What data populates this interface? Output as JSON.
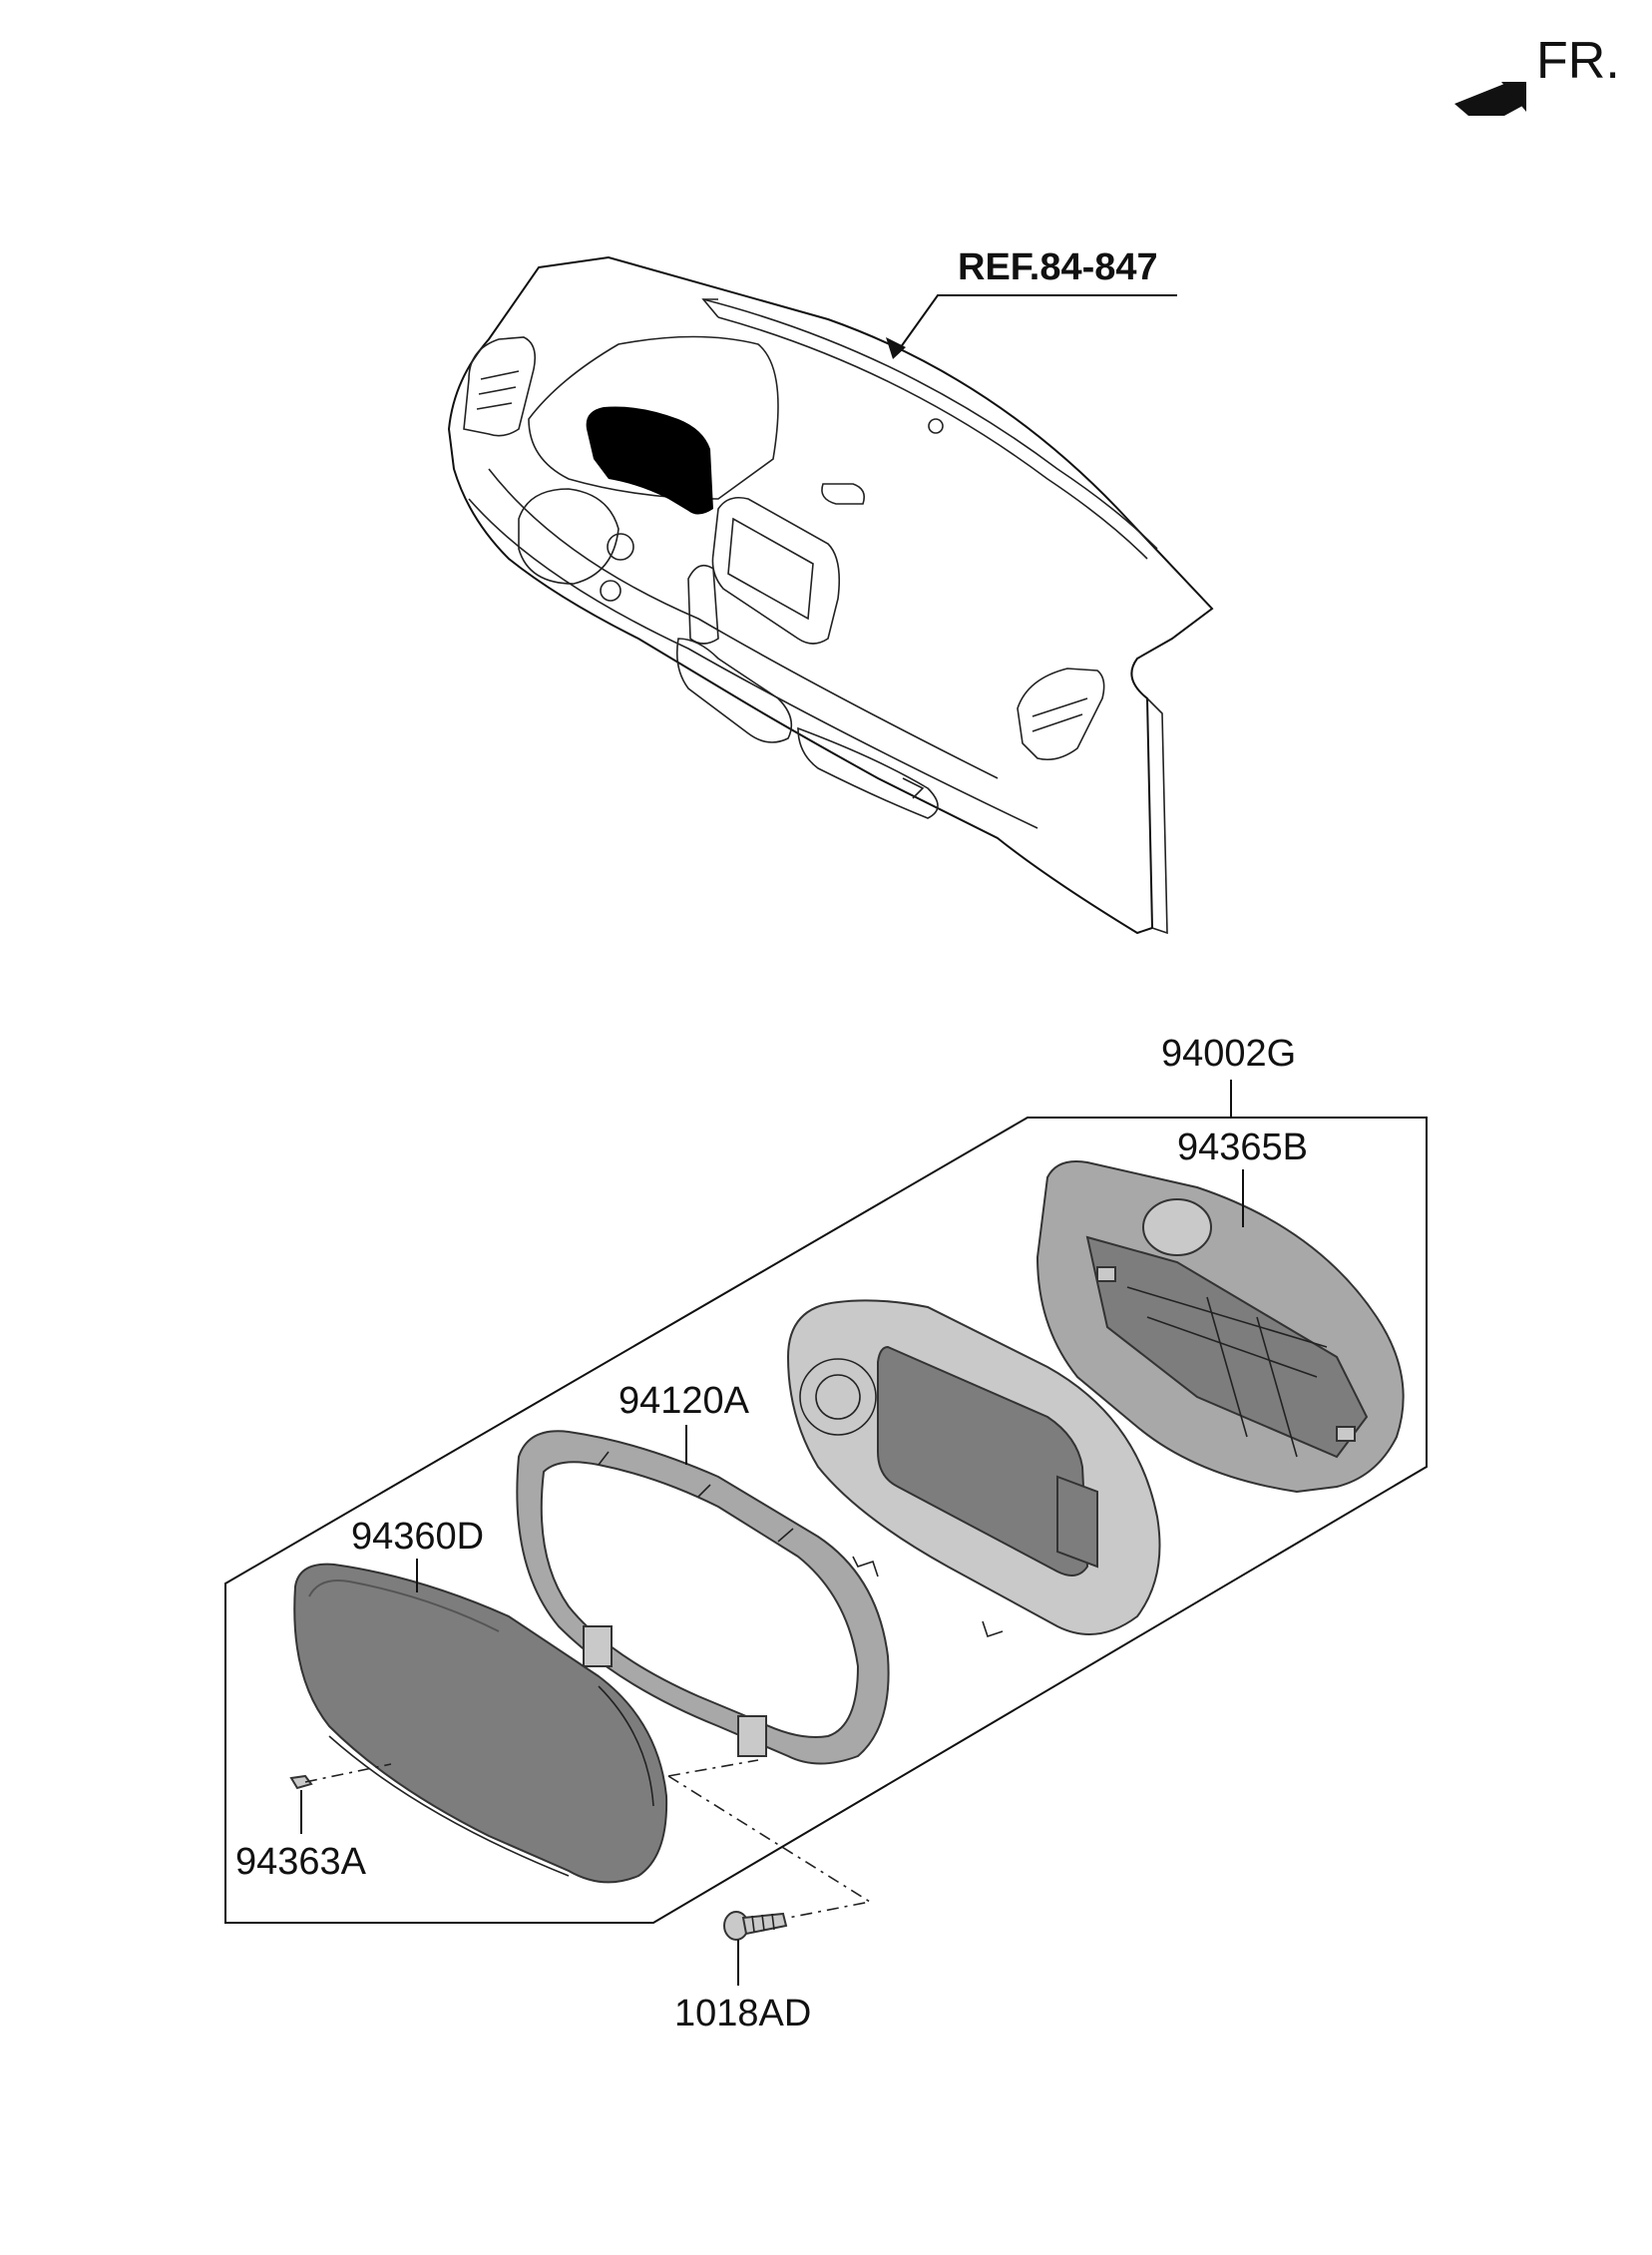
{
  "orientation": {
    "label": "FR."
  },
  "reference": {
    "label": "REF.84-847"
  },
  "parts": {
    "assembly": "94002G",
    "rear_case": "94365B",
    "mask": "94120A",
    "glass": "94360D",
    "clip": "94363A",
    "screw": "1018AD"
  },
  "colors": {
    "line": "#111111",
    "part_fill": "#a8a8a8",
    "cluster_highlight": "#000000"
  }
}
